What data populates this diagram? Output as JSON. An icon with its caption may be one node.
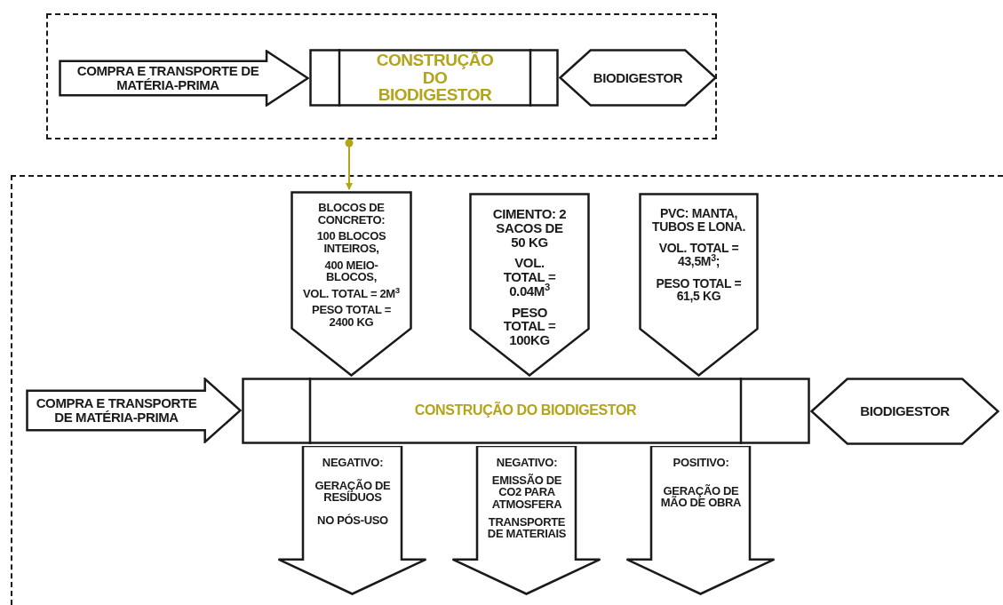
{
  "diagram": {
    "nodes": [
      {
        "text": [],
        "shape": "box"
      },
      {
        "text": [
          "COMPRA E TRANSPORTE DE MATÉRIA-PRIMA"
        ],
        "in": 0
      },
      {
        "text": [
          "CONSTRUÇÃO DO BIODIGESTOR"
        ],
        "in": 0
      },
      {
        "text": [
          "BIODIGESTOR"
        ],
        "in": 0
      },
      {
        "text": [],
        "shape": "box"
      },
      {
        "text": [
          "BLOCOS DE CONCRETO:",
          "100 BLOCOS INTEIROS,",
          "400 MEIO-BLOCOS,",
          "VOL. TOTAL = 2M$^{3}$",
          "PESO TOTAL = 2400 KG"
        ],
        "in": 4
      },
      {
        "text": [
          "CIMENTO: 2 SACOS DE 50 KG",
          "VOL. TOTAL = 0.04M$^{3}$",
          "PESO TOTAL = 100KG"
        ],
        "in": 4
      },
      {
        "text": [
          "PVC: MANTA, TUBOS E LONA.",
          "VOL. TOTAL = 43,5M$^{3}$;",
          "PESO TOTAL = 61,5 KG"
        ],
        "in": 4
      },
      {
        "text": [
          "COMPRA E TRANSPORTE DE MATÉRIA-PRIMA"
        ],
        "in": 4
      },
      {
        "text": [
          "CONSTRUÇÃO DO BIODIGESTOR"
        ],
        "in": 4
      },
      {
        "text": [
          "BIODIGESTOR"
        ],
        "in": 4
      },
      {
        "text": [
          "NEGATIVO:",
          "GERAÇÃO DE RESÍDUOS",
          "NO PÓS-USO"
        ],
        "in": 4
      },
      {
        "text": [
          "NEGATIVO:",
          "EMISSÃO DE CO2 PARA ATMOSFERA",
          "TRANSPORTE DE MATERIAIS"
        ],
        "in": 4
      },
      {
        "text": [
          "POSITIVO:",
          "GERAÇÃO DE MÃO DE OBRA"
        ],
        "in": 4
      }
    ],
    "edges": [
      {
        "from": 0,
        "to": 5,
        "arrow": "to",
        "color": "#b3a41a"
      }
    ]
  }
}
